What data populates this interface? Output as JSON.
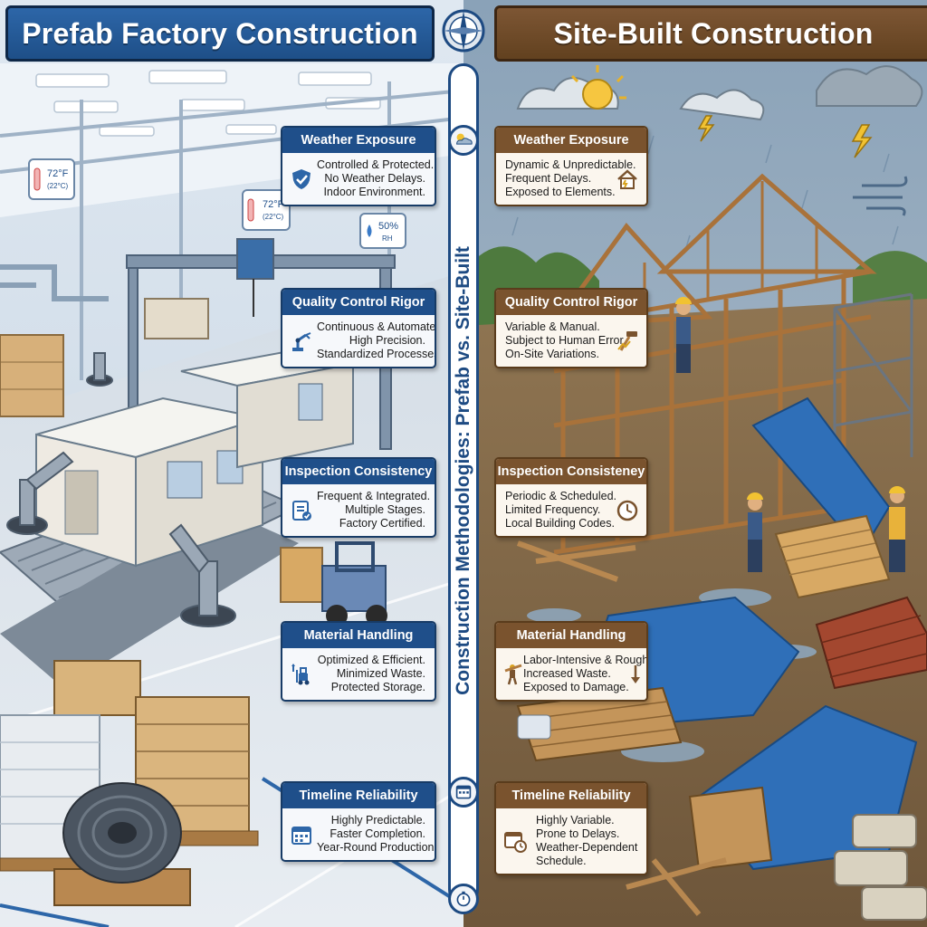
{
  "left": {
    "title": "Prefab Factory Construction",
    "temp1": "72°F",
    "temp1_c": "(22°C)",
    "temp2": "72°F",
    "temp2_c": "(22°C)",
    "humidity": "50%",
    "humidity_unit": "RH",
    "cards": [
      {
        "header": "Weather Exposure",
        "lines": [
          "Controlled & Protected.",
          "No Weather Delays.",
          "Indoor Environment."
        ],
        "icon": "shield-check-icon"
      },
      {
        "header": "Quality Control Rigor",
        "lines": [
          "Continuous & Automated.",
          "High Precision.",
          "Standardized Processes."
        ],
        "icon": "robot-arm-icon"
      },
      {
        "header": "Inspection Consistency",
        "lines": [
          "Frequent & Integrated.",
          "Multiple Stages.",
          "Factory Certified."
        ],
        "icon": "checklist-icon"
      },
      {
        "header": "Material Handling",
        "lines": [
          "Optimized & Efficient.",
          "Minimized Waste.",
          "Protected Storage."
        ],
        "icon": "forklift-icon"
      },
      {
        "header": "Timeline Reliability",
        "lines": [
          "Highly Predictable.",
          "Faster Completion.",
          "Year-Round Production."
        ],
        "icon": "calendar-icon"
      }
    ]
  },
  "right": {
    "title": "Site-Built Construction",
    "cards": [
      {
        "header": "Weather Exposure",
        "lines": [
          "Dynamic & Unpredictable.",
          "Frequent Delays.",
          "Exposed to Elements."
        ],
        "icon": "house-storm-icon"
      },
      {
        "header": "Quality Control Rigor",
        "lines": [
          "Variable & Manual.",
          "Subject to Human Error.",
          "On-Site Variations."
        ],
        "icon": "hammer-icon"
      },
      {
        "header": "Inspection Consisteney",
        "lines": [
          "Periodic & Scheduled.",
          "Limited Frequency.",
          "Local Building Codes."
        ],
        "icon": "clock-icon"
      },
      {
        "header": "Material Handling",
        "lines": [
          "Labor-Intensive & Rough.",
          "Increased Waste.",
          "Exposed to Damage."
        ],
        "icon": "worker-carry-icon"
      },
      {
        "header": "Timeline Reliability",
        "lines": [
          "Highly Variable.",
          "Prone to Delays.",
          "Weather-Dependent",
          "Schedule."
        ],
        "icon": "calendar-clock-icon"
      }
    ]
  },
  "spine": {
    "title": "Construction Methodologies: Prefab vs. Site-Built"
  },
  "colors": {
    "prefab_blue": "#1f4f8a",
    "site_brown": "#7a532e",
    "spine_blue": "#1d4a82"
  }
}
